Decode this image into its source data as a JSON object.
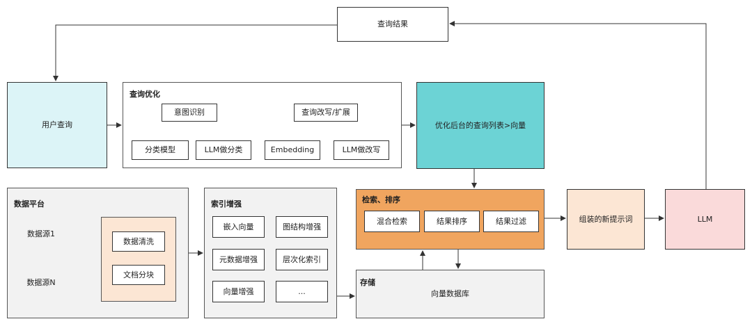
{
  "top": {
    "result": "查询结果"
  },
  "user_query": "用户查询",
  "query_opt": {
    "title": "查询优化",
    "intent": "意图识别",
    "rewrite": "查询改写/扩展",
    "classifier": "分类模型",
    "llm_classify": "LLM做分类",
    "embedding": "Embedding",
    "llm_rewrite": "LLM做改写"
  },
  "optimized": "优化后台的查询列表>向量",
  "data_platform": {
    "title": "数据平台",
    "source1": "数据源1",
    "sourceN": "数据源N",
    "clean": "数据清洗",
    "chunk": "文档分块"
  },
  "index": {
    "title": "索引增强",
    "items": [
      "嵌入向量",
      "图结构增强",
      "元数据增强",
      "层次化索引",
      "向量增强",
      "..."
    ]
  },
  "retrieval": {
    "title": "检索、排序",
    "hybrid": "混合检索",
    "rank": "结果排序",
    "filter": "结果过滤"
  },
  "storage": {
    "title": "存储",
    "db": "向量数据库"
  },
  "prompt": "组装的新提示词",
  "llm": "LLM",
  "colors": {
    "light_cyan": "#dcf4f7",
    "teal": "#6cd3d5",
    "orange": "#f0a55f",
    "peach": "#fce6d4",
    "pink": "#fadada",
    "gray": "#f2f2f2"
  }
}
